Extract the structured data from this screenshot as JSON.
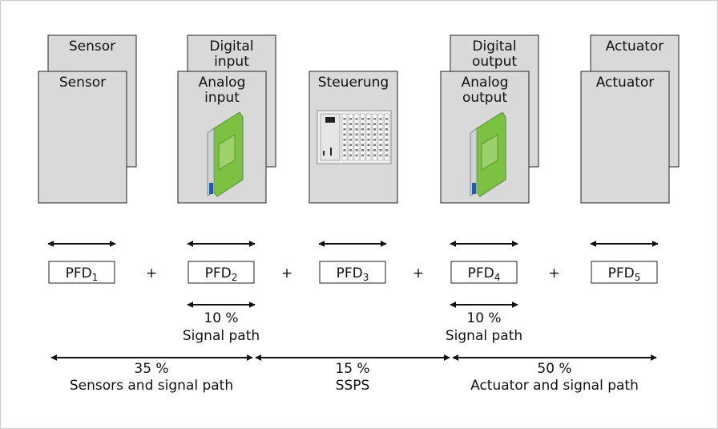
{
  "stages": [
    {
      "back_label": [
        "Sensor"
      ],
      "front_label": [
        "Sensor"
      ],
      "device": "none",
      "pfd": {
        "base": "PFD",
        "sub": "1"
      }
    },
    {
      "back_label": [
        "Digital",
        "input"
      ],
      "front_label": [
        "Analog",
        "input"
      ],
      "device": "green-module-icon",
      "pfd": {
        "base": "PFD",
        "sub": "2"
      }
    },
    {
      "back_label": [],
      "front_label": [
        "Steuerung"
      ],
      "device": "plc-controller-icon",
      "pfd": {
        "base": "PFD",
        "sub": "3"
      }
    },
    {
      "back_label": [
        "Digital",
        "output"
      ],
      "front_label": [
        "Analog",
        "output"
      ],
      "device": "green-module-icon",
      "pfd": {
        "base": "PFD",
        "sub": "4"
      }
    },
    {
      "back_label": [
        "Actuator"
      ],
      "front_label": [
        "Actuator"
      ],
      "device": "none",
      "pfd": {
        "base": "PFD",
        "sub": "5"
      }
    }
  ],
  "operators": [
    "+",
    "+",
    "+",
    "+"
  ],
  "signal_paths": [
    {
      "stage": 1,
      "percent": "10 %",
      "label": "Signal path"
    },
    {
      "stage": 3,
      "percent": "10 %",
      "label": "Signal path"
    }
  ],
  "totals": [
    {
      "percent": "35 %",
      "label": "Sensors and signal path"
    },
    {
      "percent": "15 %",
      "label": "SSPS"
    },
    {
      "percent": "50 %",
      "label": "Actuator and signal path"
    }
  ],
  "colors": {
    "box_fill": "#d9d9d9",
    "box_stroke": "#222222",
    "module_green": "#7dc142",
    "module_dark": "#4e8f2a",
    "frame": "#cccccc"
  }
}
